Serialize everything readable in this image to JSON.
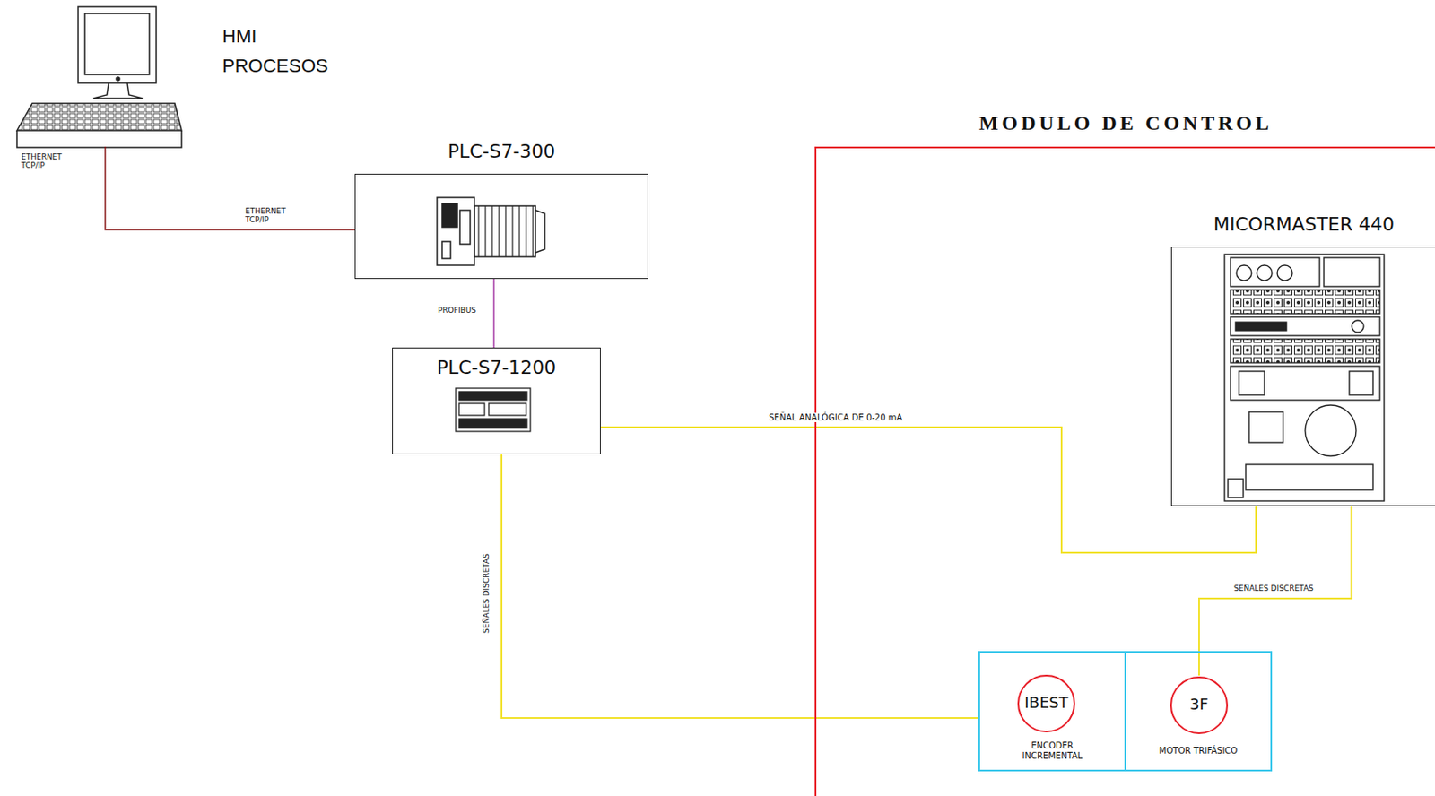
{
  "diagram": {
    "nodes": [
      {
        "text": [
          "HMI PROCESOS"
        ]
      },
      {
        "text": [
          "PLC-S7-300"
        ]
      },
      {
        "text": [
          "PLC-S7-1200"
        ]
      },
      {
        "text": [
          "MODULO DE CONTROL"
        ]
      },
      {
        "text": [
          "MICORMASTER 440"
        ],
        "in": 3
      },
      {
        "text": [
          "ENCODER INCREMENTAL"
        ],
        "in": 3
      },
      {
        "text": [
          "IBEST"
        ],
        "in": 5
      },
      {
        "text": [
          "MOTOR TRIFÁSICO"
        ],
        "in": 3
      },
      {
        "text": [
          "3F"
        ],
        "in": 7
      }
    ],
    "edges": [
      {
        "from": 0,
        "to": 1,
        "arrow": "none",
        "label": "ETHERNET TCP/IP"
      },
      {
        "from": 1,
        "to": 2,
        "arrow": "none",
        "label": "PROFIBUS"
      },
      {
        "from": 2,
        "to": 4,
        "arrow": "none",
        "label": "SEÑAL ANALÓGICA DE 0-20 mA"
      },
      {
        "from": 2,
        "to": 5,
        "arrow": "none",
        "label": "SEÑALES DISCRETAS"
      },
      {
        "from": 4,
        "to": 8,
        "arrow": "none",
        "label": "SEÑALES DISCRETAS"
      }
    ],
    "labels": [
      "ETHERNET TCP/IP"
    ]
  }
}
